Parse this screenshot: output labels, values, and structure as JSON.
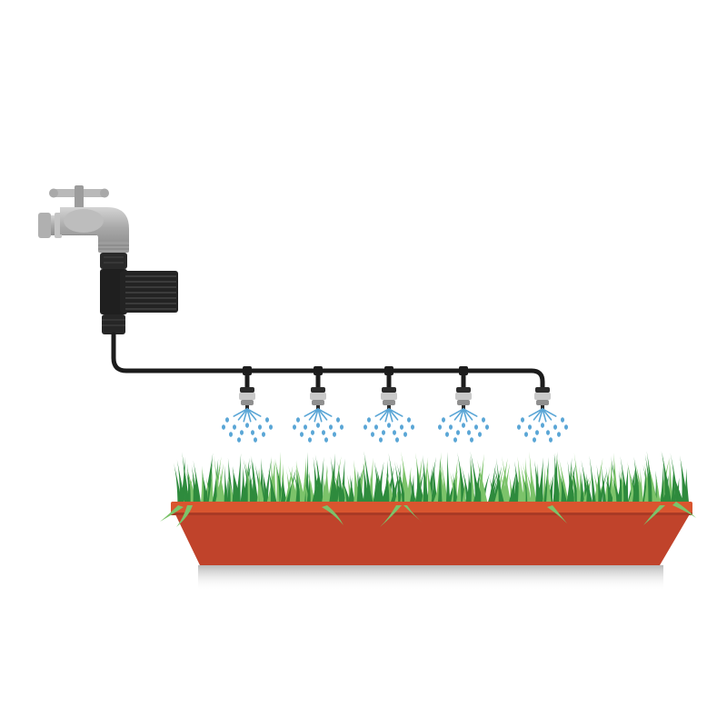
{
  "illustration": {
    "components": [
      "water-tap",
      "timer-controller",
      "supply-pipe",
      "mist-nozzles",
      "planter-box",
      "grass"
    ],
    "nozzle_count": 5,
    "colors": {
      "background": "#ffffff",
      "tap_body": "#a6a6a6",
      "tap_highlight": "#cfcfcf",
      "timer_body": "#1f1f1f",
      "pipe": "#1c1c1c",
      "water_drops": "#5aa6d6",
      "planter_front": "#c0432b",
      "planter_rim": "#d9552f",
      "grass_dark": "#2e8b3d",
      "grass_light": "#7cc36a"
    }
  }
}
